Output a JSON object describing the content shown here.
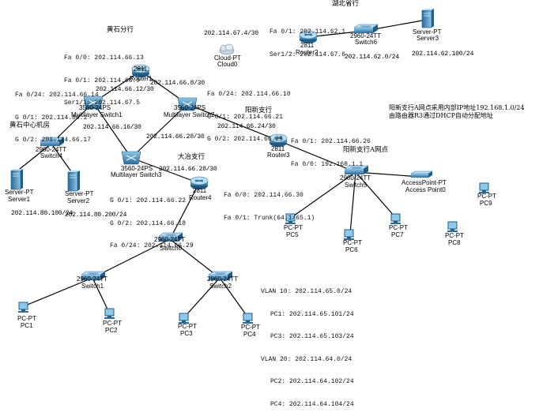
{
  "zones": {
    "hubei": "湖北省行",
    "huangshi": "黄石分行",
    "huangshi_dc": "黄石中心机房",
    "yangxin": "阳新支行",
    "daye": "大冶支行",
    "yangxin_a": "阳新支行A网点"
  },
  "devices": {
    "router1": {
      "model": "2811",
      "name": "Router1"
    },
    "router2": {
      "model": "2811",
      "name": "Router2"
    },
    "router3": {
      "model": "2811",
      "name": "Router3"
    },
    "router4": {
      "model": "2811",
      "name": "Router4"
    },
    "mls1": {
      "model": "3560-24PS",
      "name": "Multilayer Switch1"
    },
    "mls2": {
      "model": "3560-24PS",
      "name": "Multilayer Switch2"
    },
    "mls3": {
      "model": "3560-24PS",
      "name": "Multilayer Switch3"
    },
    "switch4": {
      "model": "2960-24TT",
      "name": "Switch4"
    },
    "switch6": {
      "model": "2960-24TT",
      "name": "Switch6"
    },
    "switch5": {
      "model": "2960-24TT",
      "name": "Switch5"
    },
    "switch0": {
      "model": "2960-24TT",
      "name": "Switch0"
    },
    "switch1": {
      "model": "2960-24TT",
      "name": "Switch1"
    },
    "switch2": {
      "model": "2960-24TT",
      "name": "Switch2"
    },
    "cloud0": {
      "model": "Cloud-PT",
      "name": "Cloud0"
    },
    "server1": {
      "model": "Server-PT",
      "name": "Server1"
    },
    "server2": {
      "model": "Server-PT",
      "name": "Server2"
    },
    "server3": {
      "model": "Server-PT",
      "name": "Server3"
    },
    "ap0": {
      "model": "AccessPoint-PT",
      "name": "Access Point0"
    },
    "pc1": {
      "model": "PC-PT",
      "name": "PC1"
    },
    "pc2": {
      "model": "PC-PT",
      "name": "PC2"
    },
    "pc3": {
      "model": "PC-PT",
      "name": "PC3"
    },
    "pc4": {
      "model": "PC-PT",
      "name": "PC4"
    },
    "pc5": {
      "model": "PC-PT",
      "name": "PC5"
    },
    "pc6": {
      "model": "PC-PT",
      "name": "PC6"
    },
    "pc7": {
      "model": "PC-PT",
      "name": "PC7"
    },
    "pc8": {
      "model": "PC-PT",
      "name": "PC8"
    },
    "pc9": {
      "model": "PC-PT",
      "name": "PC9"
    }
  },
  "addresses": {
    "router1": [
      "Fa 0/0: 202.114.66.13",
      "Fa 0/1: 202.114.66.9",
      "Ser1/1: 202.114.67.5"
    ],
    "router2": [
      "Fa 0/1: 202.114.62.1",
      "Ser1/2: 202.114.67.6"
    ],
    "mls1": [
      "Fa 0/24: 202.114.66.14",
      "G 0/1: 202.114.80.1",
      "G 0/2: 201.114.66.17"
    ],
    "mls2": [
      "Fa 0/24: 202.114.66.10",
      "G 0/1: 202.114.66.21",
      "G 0/2: 202.114.66.25"
    ],
    "router3": [
      "Fa 0/1: 202.114.66.26",
      "Fa 0/0: 192.168.1.1"
    ],
    "mls3": [
      "G 0/1: 202.114.66.22",
      "G 0/2: 202.114.66.18",
      "Fa 0/24: 202.114.66.29"
    ],
    "router4": [
      "Fa 0/0: 202.114.66.30",
      "Fa 0/1: Trunk(64.1/65.1)"
    ],
    "vlans": [
      "VLAN 10: 202.114.65.0/24",
      "PC1: 202.114.65.101/24",
      "PC3: 202.114.65.103/24",
      "VLAN 20: 202.114.64.0/24",
      "PC2: 202.114.64.102/24",
      "PC4: 202.114.64.104/24"
    ]
  },
  "links": {
    "cloud": "202.114.67.4/30",
    "r1_mls1": "202.114.66.12/30",
    "r1_mls2": "202.114.66.8/30",
    "mls1_mls3": "202.114.66.16/30",
    "mls2_mls3": "202.114.66.20/30",
    "mls2_r3": "202.114.66.24/30",
    "mls3_r4": "202.114.66.28/30",
    "server1_net": "202.114.80.100/24",
    "server2_net": "202.114.80.200/24",
    "hubei_net": "202.114.62.0/24",
    "server3_net": "202.114.62.100/24"
  },
  "notes": {
    "yangxin_line1": "阳新支行A网点采用内部IP地址192.168.1.0/24",
    "yangxin_line2": "由路由器R3通过DHCP自动分配地址"
  },
  "colors": {
    "link": "#000000",
    "device_blue": "#2f7fb8",
    "device_dark": "#1e5c88",
    "screen": "#8ec9ea"
  }
}
